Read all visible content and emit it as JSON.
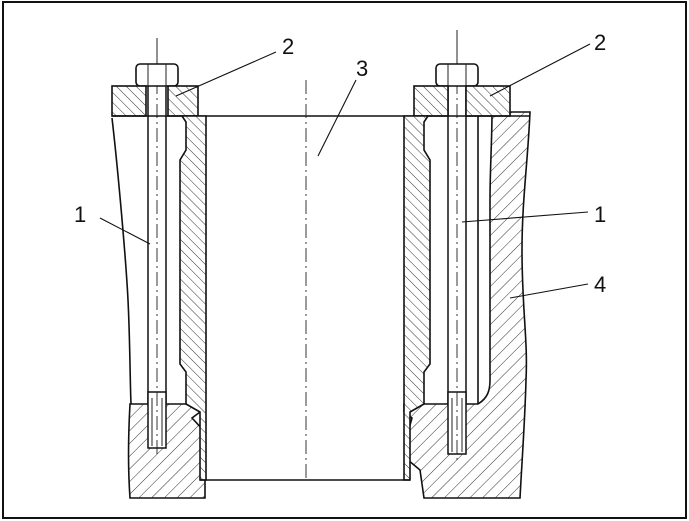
{
  "figure": {
    "labels": {
      "stud_left": "1",
      "stud_right": "1",
      "washer_left": "2",
      "washer_right": "2",
      "liner": "3",
      "block": "4"
    }
  }
}
